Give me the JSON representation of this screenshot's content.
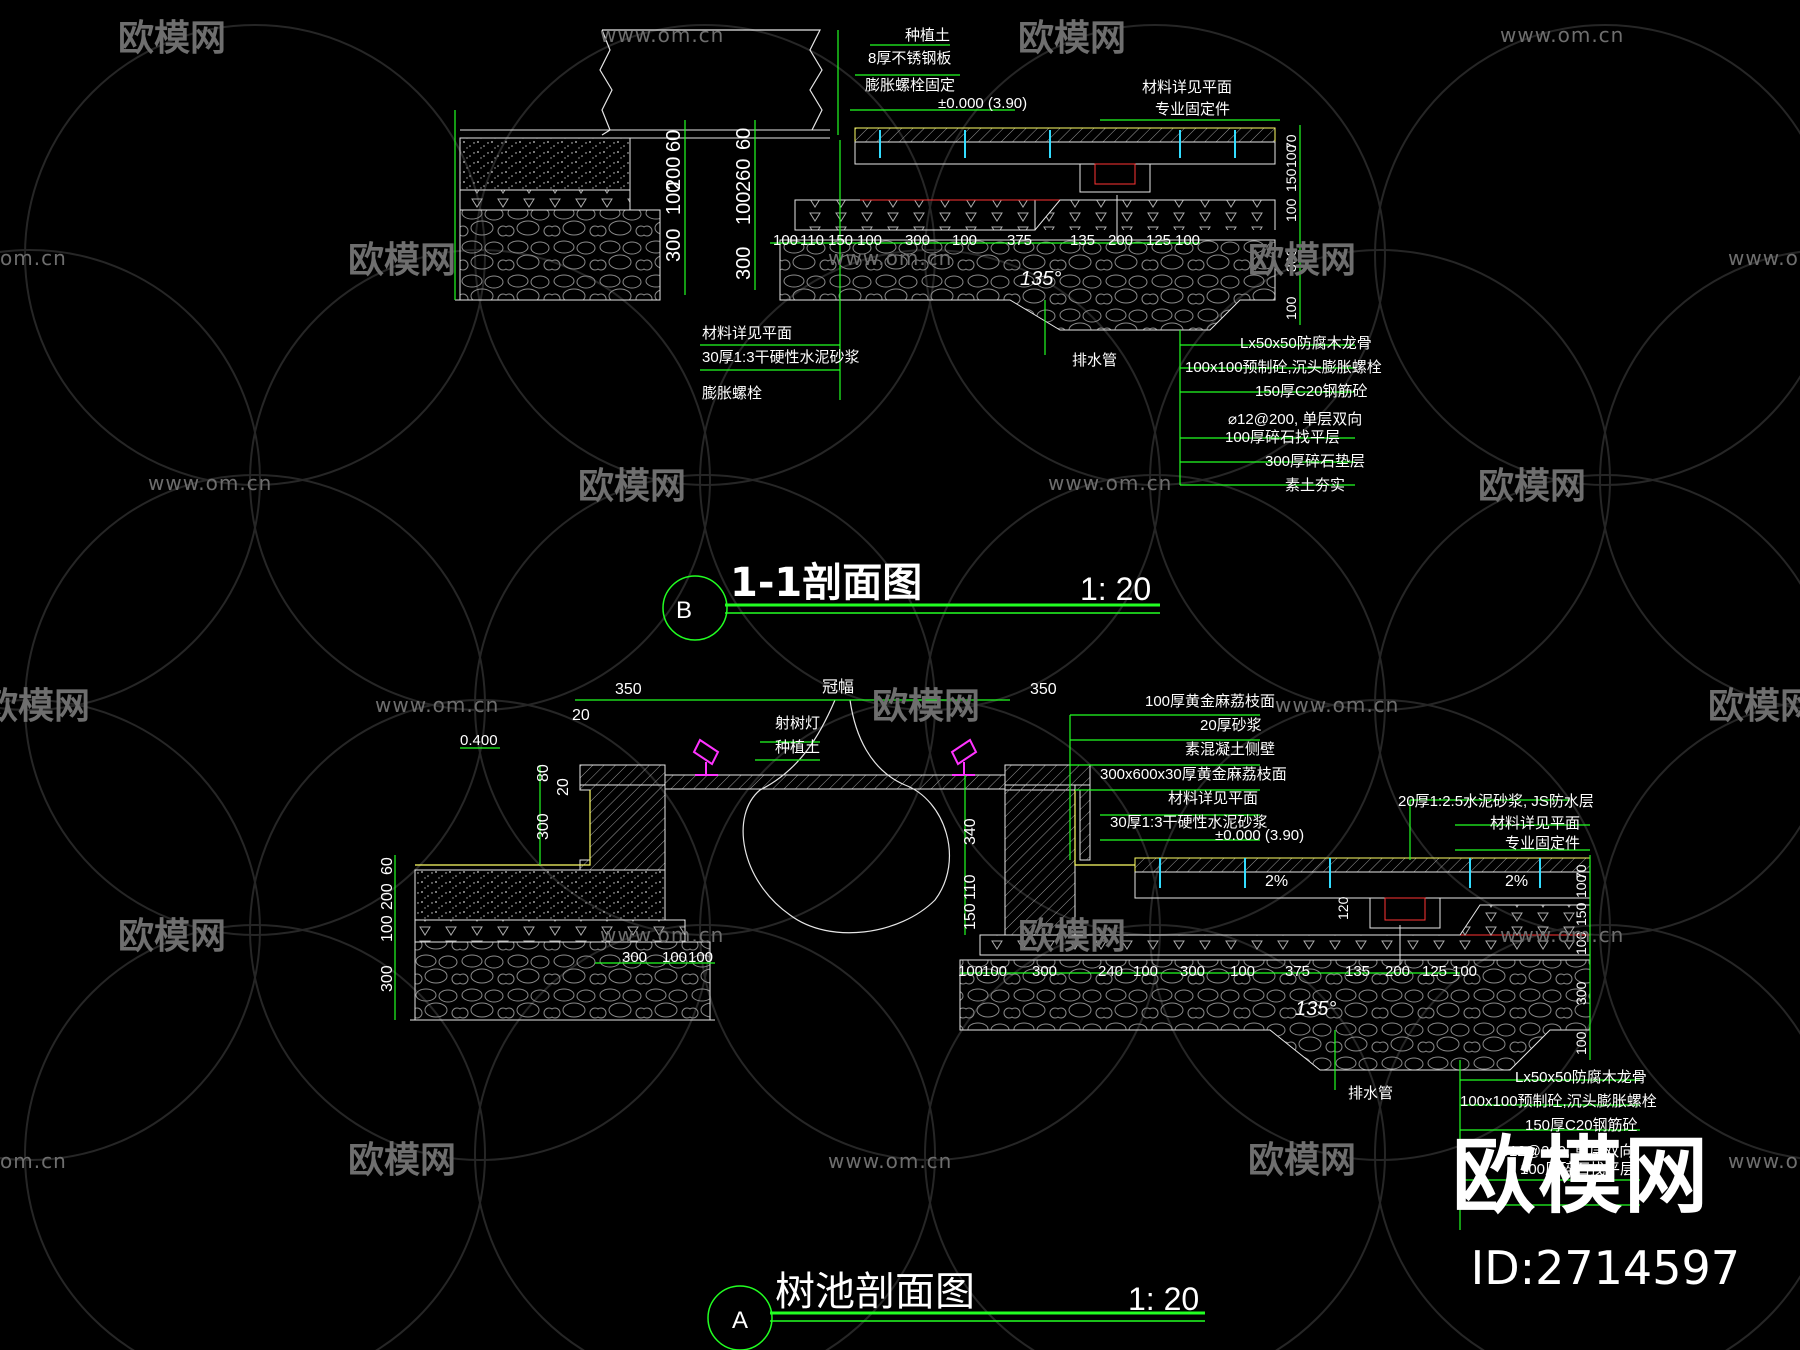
{
  "watermark": {
    "brand": "欧模网",
    "url": "www.om.cn",
    "url_fragment": "om.cn",
    "id_text": "ID:2714597"
  },
  "section_top": {
    "marker": "B",
    "title": "1-1剖面图",
    "scale": "1: 20",
    "notes_top": [
      "种植土",
      "8厚不锈钢板",
      "膨胀螺栓固定",
      "±0.000 (3.90)",
      "材料详见平面",
      "专业固定件"
    ],
    "notes_left": [
      "材料详见平面",
      "30厚1:3干硬性水泥砂浆",
      "膨胀螺栓"
    ],
    "notes_right": [
      "Lx50x50防腐木龙骨",
      "100x100预制砼,沉头膨胀螺栓",
      "150厚C20钢筋砼",
      "⌀12@200, 单层双向",
      "100厚碎石找平层",
      "300厚碎石垫层",
      "素土夯实"
    ],
    "drain_label": "排水管",
    "angle": "135°",
    "dims_row": [
      "100",
      "110",
      "150",
      "100",
      "300",
      "100",
      "375",
      "135",
      "200",
      "125",
      "100"
    ],
    "dims_vertical_left": [
      "60",
      "200",
      "100",
      "300"
    ],
    "dims_vertical_mid": [
      "60",
      "260",
      "100",
      "300"
    ],
    "dims_vertical_right": [
      "70",
      "100",
      "150",
      "100",
      "300",
      "100"
    ]
  },
  "section_bottom": {
    "marker": "A",
    "title": "树池剖面图",
    "scale": "1: 20",
    "elev_left": "0.400",
    "dims_top": [
      "350",
      "冠幅",
      "350"
    ],
    "tree_labels": [
      "射树灯",
      "种植土"
    ],
    "notes_right_top": [
      "100厚黄金麻荔枝面",
      "20厚砂浆",
      "素混凝土侧壁",
      "300x600x30厚黄金麻荔枝面",
      "材料详见平面",
      "30厚1:3干硬性水泥砂浆",
      "±0.000 (3.90)"
    ],
    "notes_right_top2": [
      "20厚1:2.5水泥砂浆, JS防水层",
      "材料详见平面",
      "专业固定件"
    ],
    "slope": [
      "2%",
      "2%"
    ],
    "notes_right": [
      "Lx50x50防腐木龙骨",
      "100x100预制砼,沉头膨胀螺栓",
      "150厚C20钢筋砼",
      "⌀12@200, 单层双向",
      "100厚碎石找平层"
    ],
    "drain_label": "排水管",
    "angle": "135°",
    "dims_row_left": [
      "300",
      "100",
      "100"
    ],
    "dims_row_right": [
      "100",
      "100",
      "300",
      "240",
      "100",
      "300",
      "100",
      "375",
      "135",
      "200",
      "125",
      "100"
    ],
    "dims_vertical_left": [
      "60",
      "200",
      "100",
      "300"
    ],
    "dims_vertical_wall": [
      "80",
      "20",
      "300"
    ],
    "dims_vertical_mid": [
      "340",
      "110",
      "150"
    ],
    "dims_vertical_right": [
      "70",
      "100",
      "150",
      "100",
      "300",
      "100"
    ],
    "small_dim": "20"
  },
  "colors": {
    "background": "#000000",
    "line_white": "#ffffff",
    "line_green": "#22ff22",
    "line_yellow": "#ffff66",
    "line_red": "#ff3333",
    "line_cyan": "#33ddff",
    "line_magenta": "#ff33ff",
    "line_grey": "#9a9a9a"
  }
}
